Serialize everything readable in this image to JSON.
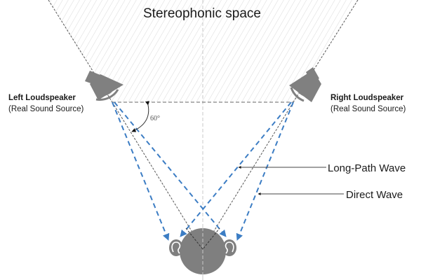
{
  "title": "Stereophonic space",
  "left_speaker": {
    "label": "Left Loudspeaker",
    "sublabel": "(Real Sound Source)",
    "icon": "loudspeaker-icon"
  },
  "right_speaker": {
    "label": "Right Loudspeaker",
    "sublabel": "(Real Sound Source)",
    "icon": "loudspeaker-icon"
  },
  "angle_label": "60°",
  "callouts": {
    "long_path": "Long-Path Wave",
    "direct": "Direct Wave"
  },
  "listener": {
    "icon": "head-icon",
    "ears": [
      "ear-icon",
      "ear-icon"
    ]
  },
  "colors": {
    "wave_blue": "#3c7dc4",
    "speaker_gray": "#808080",
    "head_gray": "#7f7f7f",
    "hatch": "#d9d9d9",
    "guide_line": "#666666"
  }
}
